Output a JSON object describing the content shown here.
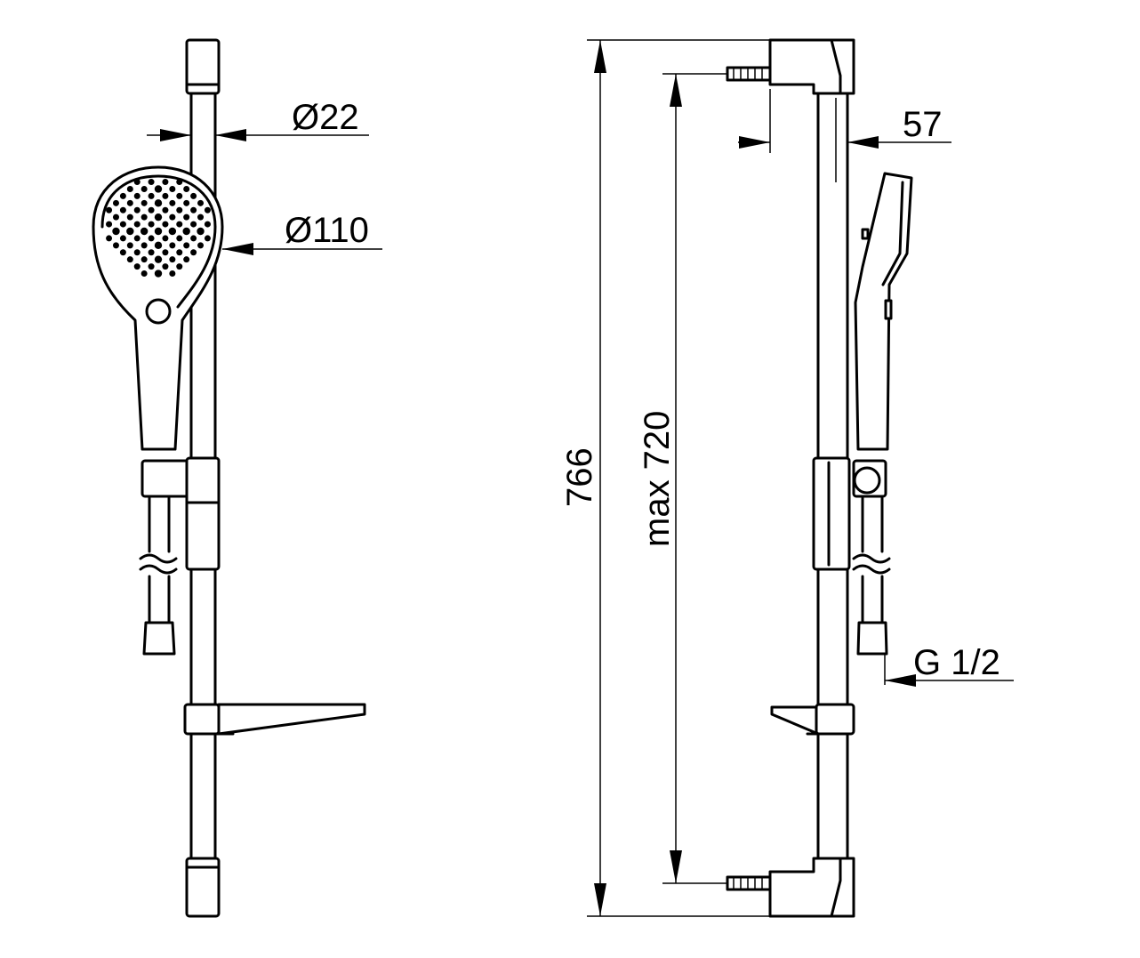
{
  "title": "Shower rail set technical drawing",
  "dimensions": {
    "rail_diameter": "Ø22",
    "head_diameter": "Ø110",
    "total_height": "766",
    "fixing_distance": "max 720",
    "wall_projection": "57",
    "connection": "G 1/2"
  },
  "colors": {
    "line": "#000000",
    "background": "#ffffff"
  }
}
